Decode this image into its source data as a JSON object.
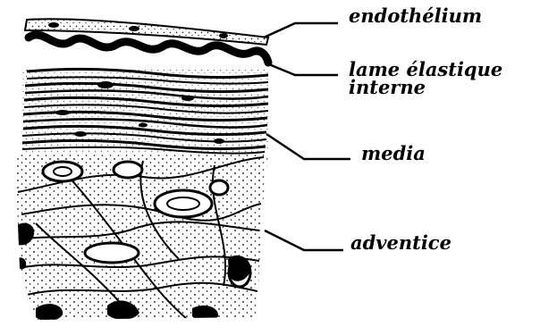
{
  "diagram": {
    "labels": {
      "endothelium": "endothélium",
      "lame_line1": "lame élastique",
      "lame_line2": "interne",
      "media": "media",
      "adventice": "adventice"
    },
    "colors": {
      "ink": "#000000",
      "paper": "#ffffff"
    }
  }
}
